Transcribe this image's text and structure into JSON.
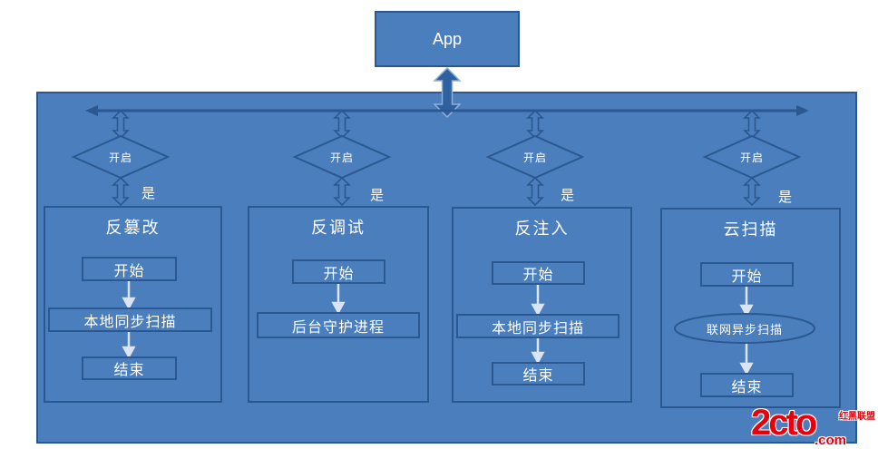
{
  "app": {
    "label": "App"
  },
  "branches": [
    {
      "decision_label": "开启",
      "yes_label": "是",
      "title": "反篡改",
      "steps": [
        "开始",
        "本地同步扫描",
        "结束"
      ]
    },
    {
      "decision_label": "开启",
      "yes_label": "是",
      "title": "反调试",
      "steps": [
        "开始",
        "后台守护进程"
      ]
    },
    {
      "decision_label": "开启",
      "yes_label": "是",
      "title": "反注入",
      "steps": [
        "开始",
        "本地同步扫描",
        "结束"
      ]
    },
    {
      "decision_label": "开启",
      "yes_label": "是",
      "title": "云扫描",
      "steps": [
        "开始",
        "联网异步扫描",
        "结束"
      ]
    }
  ],
  "watermark": {
    "logo": "2cto",
    "suffix": ".com",
    "alliance_text": "红黑联盟"
  },
  "colors": {
    "panel_fill": "#4a7ebc",
    "shape_border": "#2b5890",
    "text": "#ffffff",
    "connector_light": "#dbe4f2",
    "watermark_red": "#e8000d"
  }
}
